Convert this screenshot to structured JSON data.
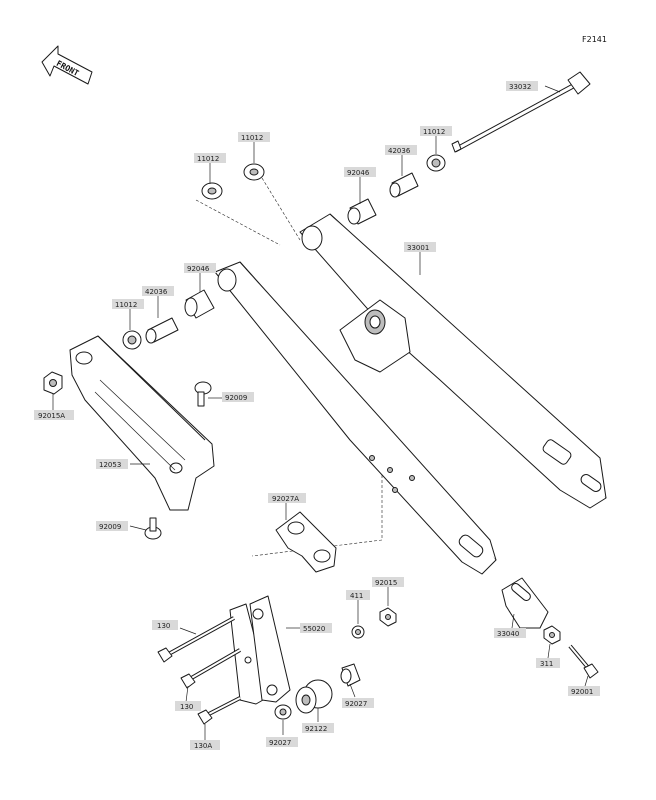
{
  "figure_code": "F2141",
  "front_label": "FRONT",
  "labels": {
    "p33032": "33032",
    "p11012_top_right": "11012",
    "p42036_top": "42036",
    "p92046_top": "92046",
    "p11012_top_left": "11012",
    "p11012_top_mid": "11012",
    "p33001": "33001",
    "p92046_left": "92046",
    "p42036_left": "42036",
    "p11012_left": "11012",
    "p92015A": "92015A",
    "p92009_right": "92009",
    "p12053": "12053",
    "p92009_left": "92009",
    "p92027A": "92027A",
    "p130_1": "130",
    "p130_2": "130",
    "p130A": "130A",
    "p55020": "55020",
    "p411": "411",
    "p92015": "92015",
    "p92027_right": "92027",
    "p92122": "92122",
    "p92027_bottom": "92027",
    "p33040": "33040",
    "p311": "311",
    "p92001": "92001"
  }
}
